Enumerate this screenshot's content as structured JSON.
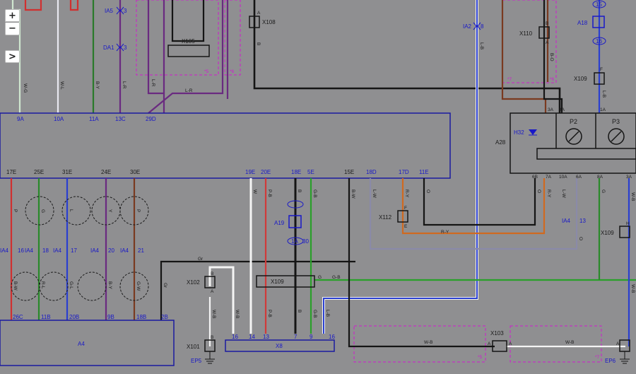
{
  "controls": {
    "zoom_in": "+",
    "zoom_out": "−",
    "expand": ">"
  },
  "colors": {
    "background": "#8f8f91",
    "bus": "#1a1aa0",
    "wire_black": "#151515",
    "wire_white": "#f4f4f4",
    "wire_red": "#cc2a2a",
    "wire_green": "#2aa02a",
    "wire_blue": "#2a3fd0",
    "wire_orange": "#d06a20",
    "wire_brown": "#7a3a20",
    "wire_purple": "#6a2a80",
    "dashed_box": "#d01ad0",
    "label_blue": "#1818c8"
  },
  "top_bus": {
    "pins": [
      "9A",
      "10A",
      "11A",
      "13C",
      "29D"
    ],
    "wire_codes": [
      "W-G",
      "W-L",
      "B-Y",
      "L-R",
      "L-R"
    ]
  },
  "bottom_bus": {
    "pins": [
      "17E",
      "25E",
      "31E",
      "24E",
      "30E",
      "19E",
      "20E",
      "18E",
      "5E",
      "15E",
      "18D",
      "17D",
      "11E"
    ]
  },
  "connectors": {
    "x108": "X108",
    "x105": "X105",
    "x110": "X110",
    "a18_top": "A18",
    "x109_top": "X109",
    "a28": "A28",
    "h32": "H32",
    "p2": "P2",
    "p3": "P3",
    "x112": "X112",
    "a19": "A19",
    "x109_mid": "X109",
    "x109_right": "X109",
    "x102": "X102",
    "x101": "X101",
    "x8": "X8",
    "x103": "X103",
    "a4": "A4",
    "ep5": "EP5",
    "ep6": "EP6"
  },
  "inline_labels": {
    "ia5": "IA5",
    "ia5_pin": "3",
    "da1": "DA1",
    "da1_pin": "3",
    "ia2": "IA2",
    "ia2_pin": "8",
    "ia4_pin13": "13",
    "ia4": "IA4",
    "ia4_pins": [
      "16",
      "18",
      "17",
      "20",
      "21"
    ],
    "a18_pins": [
      "15",
      "16"
    ],
    "a19_pins": [
      "1A",
      "30"
    ]
  },
  "wire_codes": {
    "x105_out": "L-R",
    "x108": "B",
    "ia2": "L-B",
    "x110": "B-O",
    "a18": "L-B",
    "a28_out": [
      "O",
      "R-Y",
      "L-W",
      "O",
      "W-B"
    ],
    "a28_pins_top": [
      "3A",
      "9A",
      "1A"
    ],
    "a28_pins_bottom": [
      "6B",
      "7A",
      "10A",
      "6A",
      "8A",
      "3A"
    ],
    "bottom_vertical": [
      "P",
      "G",
      "L",
      "Y",
      "P",
      "W",
      "P-B",
      "B",
      "G-B",
      "B-W",
      "L-W",
      "R-Y",
      "O"
    ],
    "under_ia4": [
      "B-W",
      "R-L",
      "G-L",
      "B-Y",
      "G-W",
      "Gr"
    ],
    "bottom_pins": [
      "26C",
      "11B",
      "20B",
      "9B",
      "18B",
      "2B"
    ],
    "gr": "Gr",
    "g_b": "G-B",
    "r_y": "R-Y",
    "x102": "W-B",
    "x8_cols": [
      "W-B",
      "P-B",
      "B",
      "G-B",
      "L-B"
    ],
    "x8_pins": [
      "14",
      "16",
      "13",
      "7",
      "9",
      "16"
    ],
    "x103_left": "W-B",
    "x103_right": "W-B",
    "x109_right": "W-B",
    "x109_mid_g": "G",
    "x112": "R-Y"
  },
  "box_pins": {
    "x108": "A",
    "x110": [
      "B",
      "A"
    ],
    "x109_top": "F",
    "x112": [
      "F",
      "E"
    ],
    "x109_right": "H",
    "x102": [
      "B",
      "A"
    ],
    "x101": "B",
    "x103": [
      "A",
      "A"
    ],
    "ep6": "A",
    "x109_mid": [
      "G",
      "G"
    ],
    "a18_mid": "B",
    "box_marks": [
      "*5",
      "*6",
      "*7",
      "*6",
      "*5",
      "*7"
    ]
  }
}
